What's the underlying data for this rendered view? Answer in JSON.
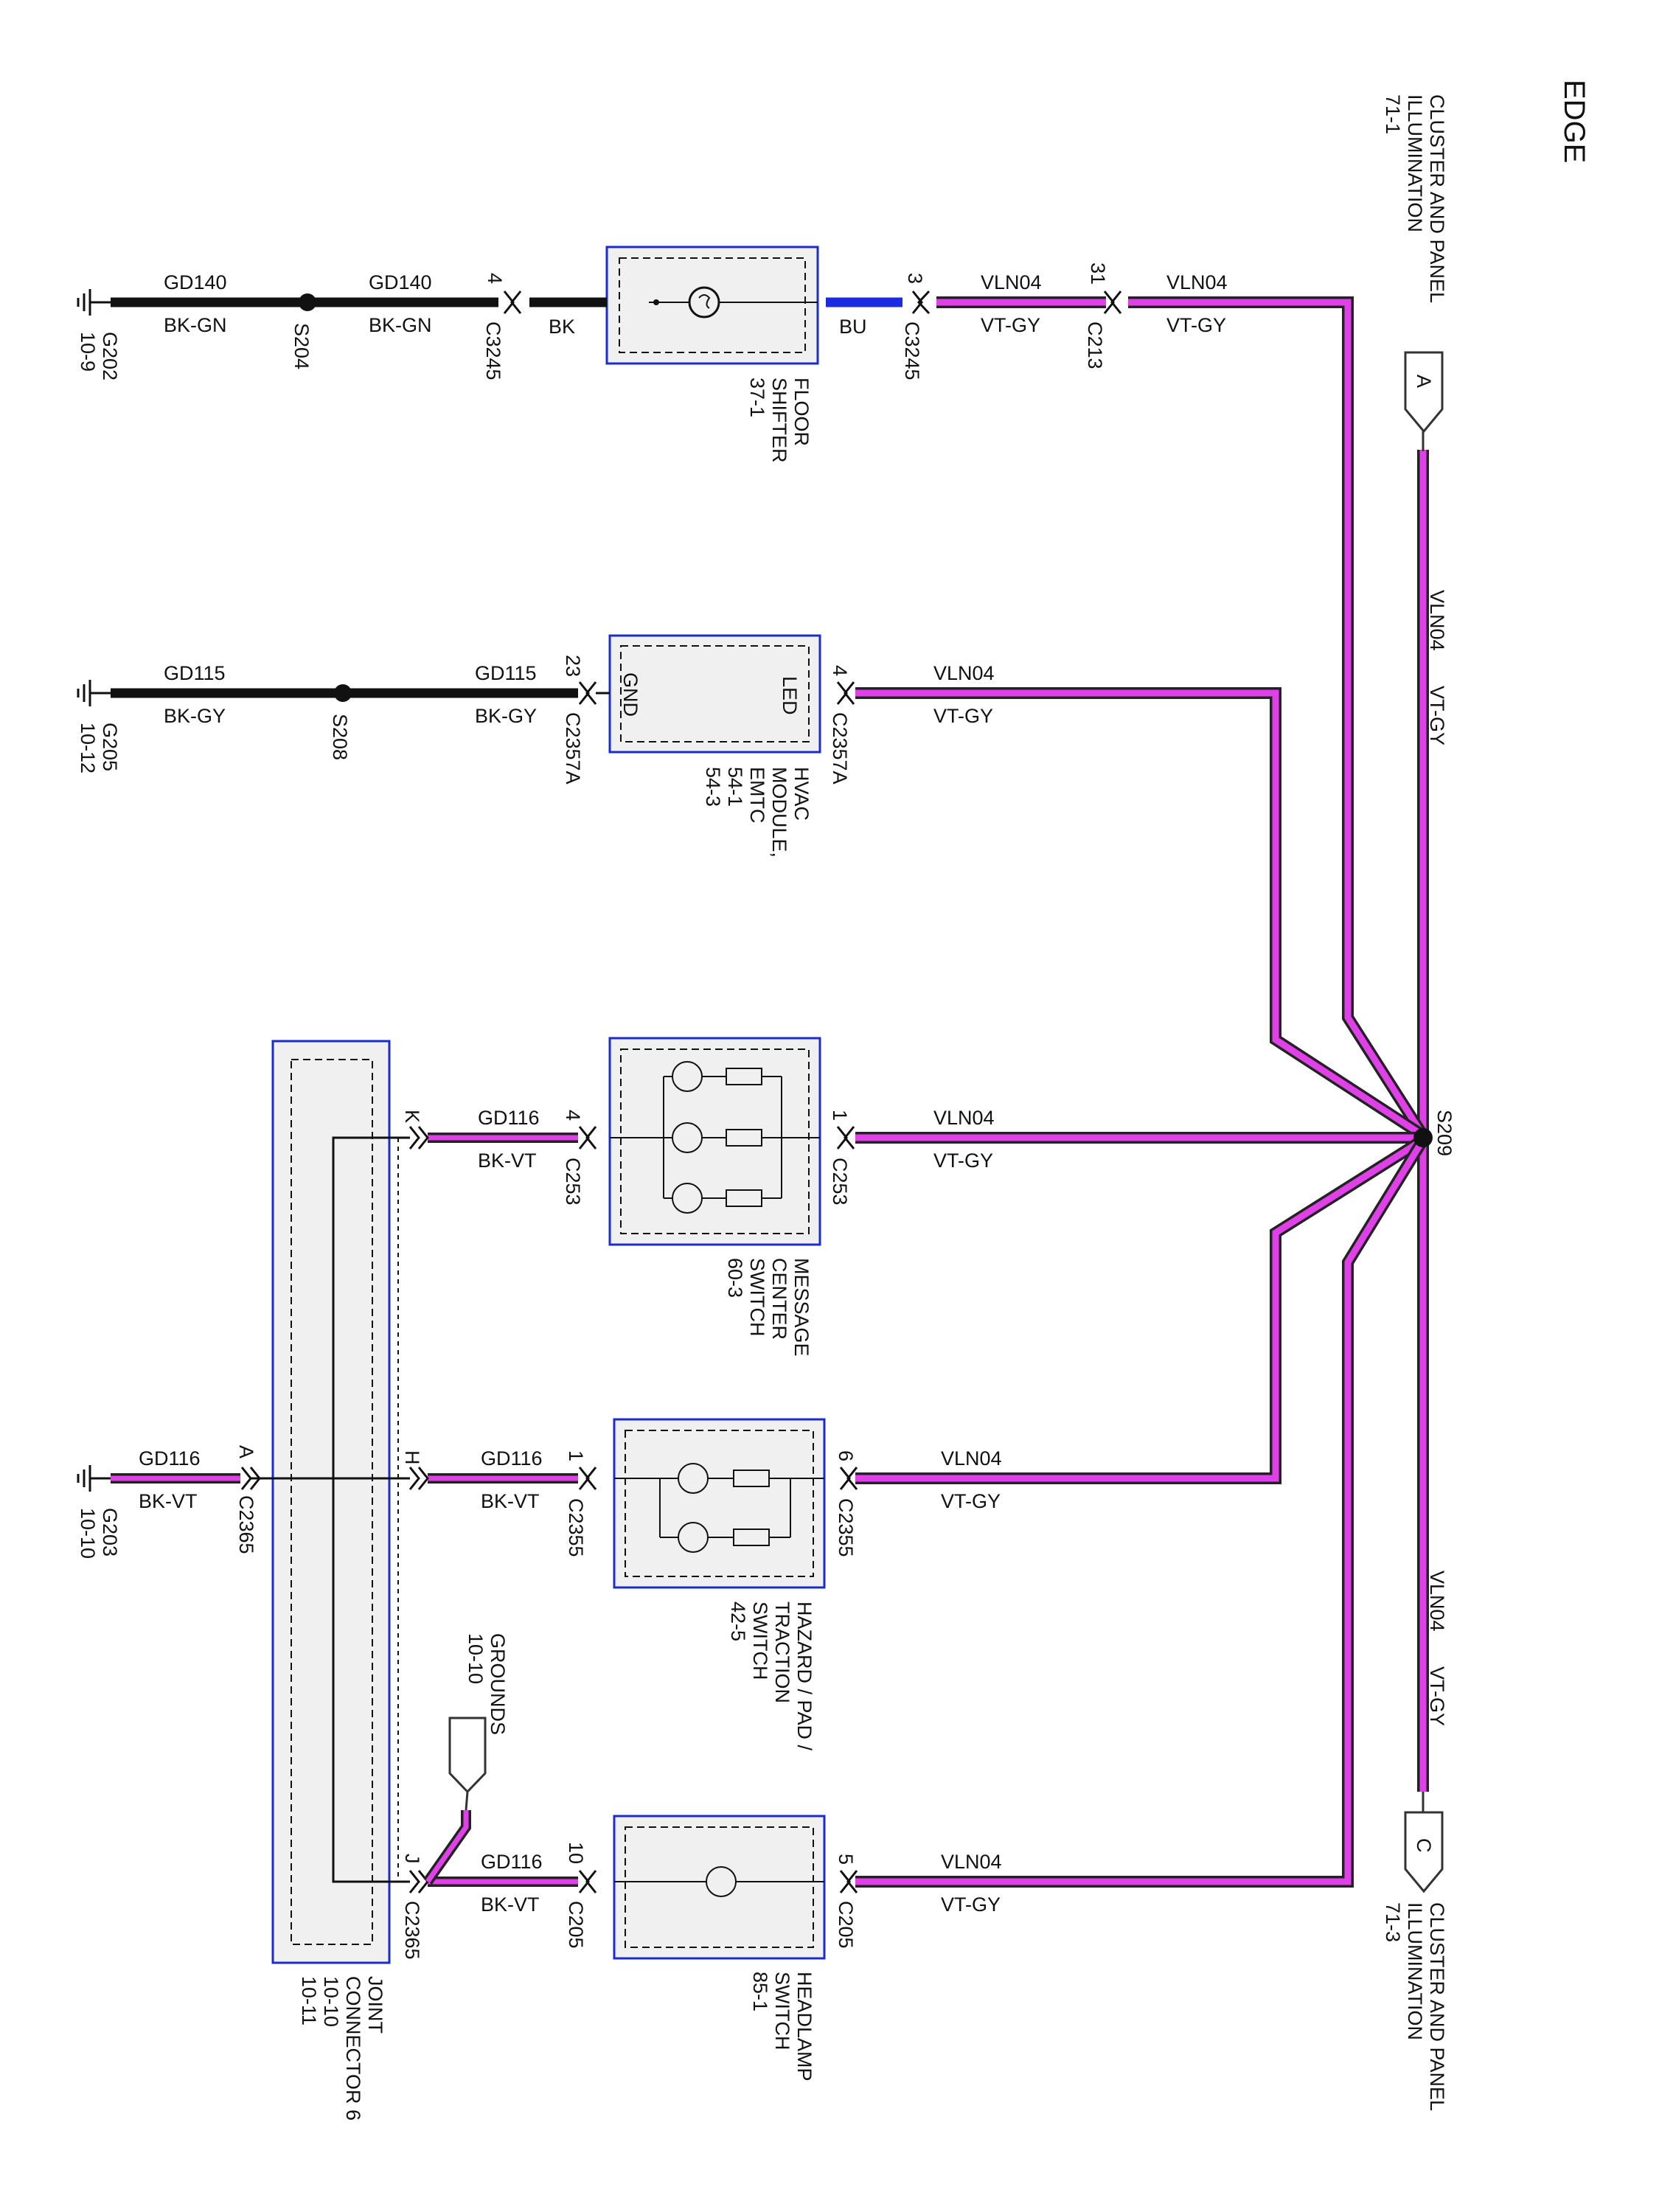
{
  "page_title": "EDGE",
  "cluster_a": {
    "lines": [
      "CLUSTER AND PANEL",
      "ILLUMINATION",
      "71-1"
    ],
    "tag": "A"
  },
  "cluster_c": {
    "lines": [
      "CLUSTER AND PANEL",
      "ILLUMINATION",
      "71-3"
    ],
    "tag": "C"
  },
  "splice_main": "S209",
  "trunk": {
    "circuit": "VLN04",
    "color": "VT-GY"
  },
  "floor_shifter": {
    "name_lines": [
      "FLOOR",
      "SHIFTER",
      "37-1"
    ],
    "c213_pin": "31",
    "c213": "C213",
    "c3245_pin_power": "3",
    "c3245_pin_ground": "4",
    "c3245": "C3245",
    "wire_vln04": "VLN04",
    "wire_vtgy": "VT-GY",
    "wire_bu": "BU",
    "wire_bk": "BK",
    "gnd_circuit": "GD140",
    "gnd_color": "BK-GN",
    "splice": "S204",
    "ground": "G202",
    "ground_ref": "10-9"
  },
  "hvac": {
    "name_lines": [
      "HVAC",
      "MODULE,",
      "EMTC",
      "54-1",
      "54-3"
    ],
    "pin_led_label": "LED",
    "pin_gnd_label": "GND",
    "pin_power": "4",
    "pin_ground": "23",
    "connector": "C2357A",
    "wire_vln04": "VLN04",
    "wire_vtgy": "VT-GY",
    "gnd_circuit": "GD115",
    "gnd_color": "BK-GY",
    "splice": "S208",
    "ground": "G205",
    "ground_ref": "10-12"
  },
  "message_center": {
    "name_lines": [
      "MESSAGE",
      "CENTER",
      "SWITCH",
      "60-3"
    ],
    "pin_power": "1",
    "pin_ground": "4",
    "connector": "C253",
    "wire_vln04": "VLN04",
    "wire_vtgy": "VT-GY",
    "gnd_circuit": "GD116",
    "gnd_color": "BK-VT",
    "jc_pin": "K"
  },
  "hazard": {
    "name_lines": [
      "HAZARD / PAD /",
      "TRACTION",
      "SWITCH",
      "42-5"
    ],
    "pin_power": "6",
    "pin_ground": "1",
    "connector": "C2355",
    "wire_vln04": "VLN04",
    "wire_vtgy": "VT-GY",
    "gnd_circuit": "GD116",
    "gnd_color": "BK-VT",
    "jc_pin": "H"
  },
  "headlamp": {
    "name_lines": [
      "HEADLAMP",
      "SWITCH",
      "85-1"
    ],
    "pin_power": "5",
    "pin_ground": "10",
    "connector": "C205",
    "wire_vln04": "VLN04",
    "wire_vtgy": "VT-GY",
    "gnd_circuit": "GD116",
    "gnd_color": "BK-VT",
    "jc_pin": "J"
  },
  "joint_connector": {
    "name_lines": [
      "JOINT",
      "CONNECTOR 6",
      "10-10",
      "10-11"
    ],
    "connector": "C2365",
    "out_pin": "A"
  },
  "jc_ground": {
    "circuit": "GD116",
    "color": "BK-VT",
    "ground": "G203",
    "ground_ref": "10-10"
  },
  "grounds_ref": {
    "lines": [
      "GROUNDS",
      "10-10"
    ]
  },
  "colors": {
    "violet_wire": "#e040e8",
    "black_wire": "#111111",
    "blue_wire": "#1a2be0",
    "component_border": "#1a2bd0",
    "component_fill": "#f0f0f0"
  }
}
